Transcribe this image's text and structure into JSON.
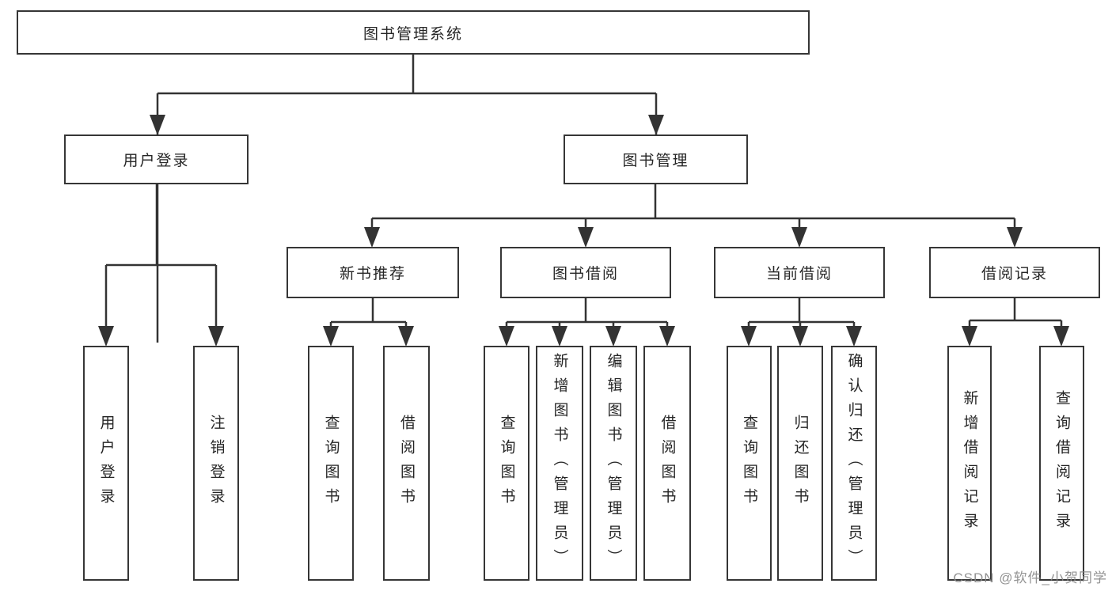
{
  "tree": {
    "label": "图书管理系统",
    "children": [
      {
        "label": "用户登录",
        "children": [
          {
            "label": "用户登录"
          },
          {
            "label": "注销登录"
          }
        ]
      },
      {
        "label": "图书管理",
        "children": [
          {
            "label": "新书推荐",
            "children": [
              {
                "label": "查询图书"
              },
              {
                "label": "借阅图书"
              }
            ]
          },
          {
            "label": "图书借阅",
            "children": [
              {
                "label": "查询图书"
              },
              {
                "label": "新增图书（管理员）"
              },
              {
                "label": "编辑图书（管理员）"
              },
              {
                "label": "借阅图书"
              }
            ]
          },
          {
            "label": "当前借阅",
            "children": [
              {
                "label": "查询图书"
              },
              {
                "label": "归还图书"
              },
              {
                "label": "确认归还（管理员）"
              }
            ]
          },
          {
            "label": "借阅记录",
            "children": [
              {
                "label": "新增借阅记录"
              },
              {
                "label": "查询借阅记录"
              }
            ]
          }
        ]
      }
    ]
  },
  "watermark": {
    "text": "CSDN @软件_小贺同学"
  },
  "colors": {
    "background": "#ffffff",
    "line": "#333333",
    "box_border": "#363636",
    "text": "#262626",
    "watermark": "#878787"
  }
}
